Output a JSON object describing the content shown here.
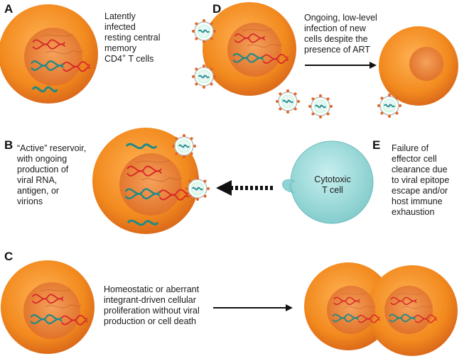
{
  "panels": {
    "A": {
      "label": "A",
      "lines": [
        "Latently",
        "infected",
        "resting central",
        "memory"
      ],
      "cd4": "CD4",
      "sup": "+",
      "cells": " T cells"
    },
    "B": {
      "label": "B",
      "lines": [
        "“Active” reservoir,",
        "with ongoing",
        "production of",
        "viral RNA,",
        "antigen, or",
        "virions"
      ]
    },
    "C": {
      "label": "C",
      "lines": [
        "Homeostatic or aberrant",
        "integrant-driven cellular",
        "proliferation without viral",
        "production or cell death"
      ]
    },
    "D": {
      "label": "D",
      "lines": [
        "Ongoing, low-level",
        "infection of new",
        "cells despite the",
        "presence of ART"
      ]
    },
    "E": {
      "label": "E",
      "lines": [
        "Failure of",
        "effector cell",
        "clearance due",
        "to viral epitope",
        "escape and/or",
        "host immune",
        "exhaustion"
      ]
    },
    "ctl": {
      "lines": [
        "Cytotoxic",
        "T cell"
      ]
    }
  },
  "colors": {
    "cell": "#f28a1e",
    "cell_dark": "#d9661a",
    "nucleus": "#e77a2a",
    "dna_red": "#d8262a",
    "dna_teal": "#1d8a87",
    "virus_ring": "#e0662a",
    "ctl": "#8fd4d4",
    "arrow": "#111111"
  },
  "icons": [
    "hiv-virion-icon",
    "dna-helix-icon",
    "right-arrow-icon",
    "dashed-left-arrow-icon"
  ]
}
